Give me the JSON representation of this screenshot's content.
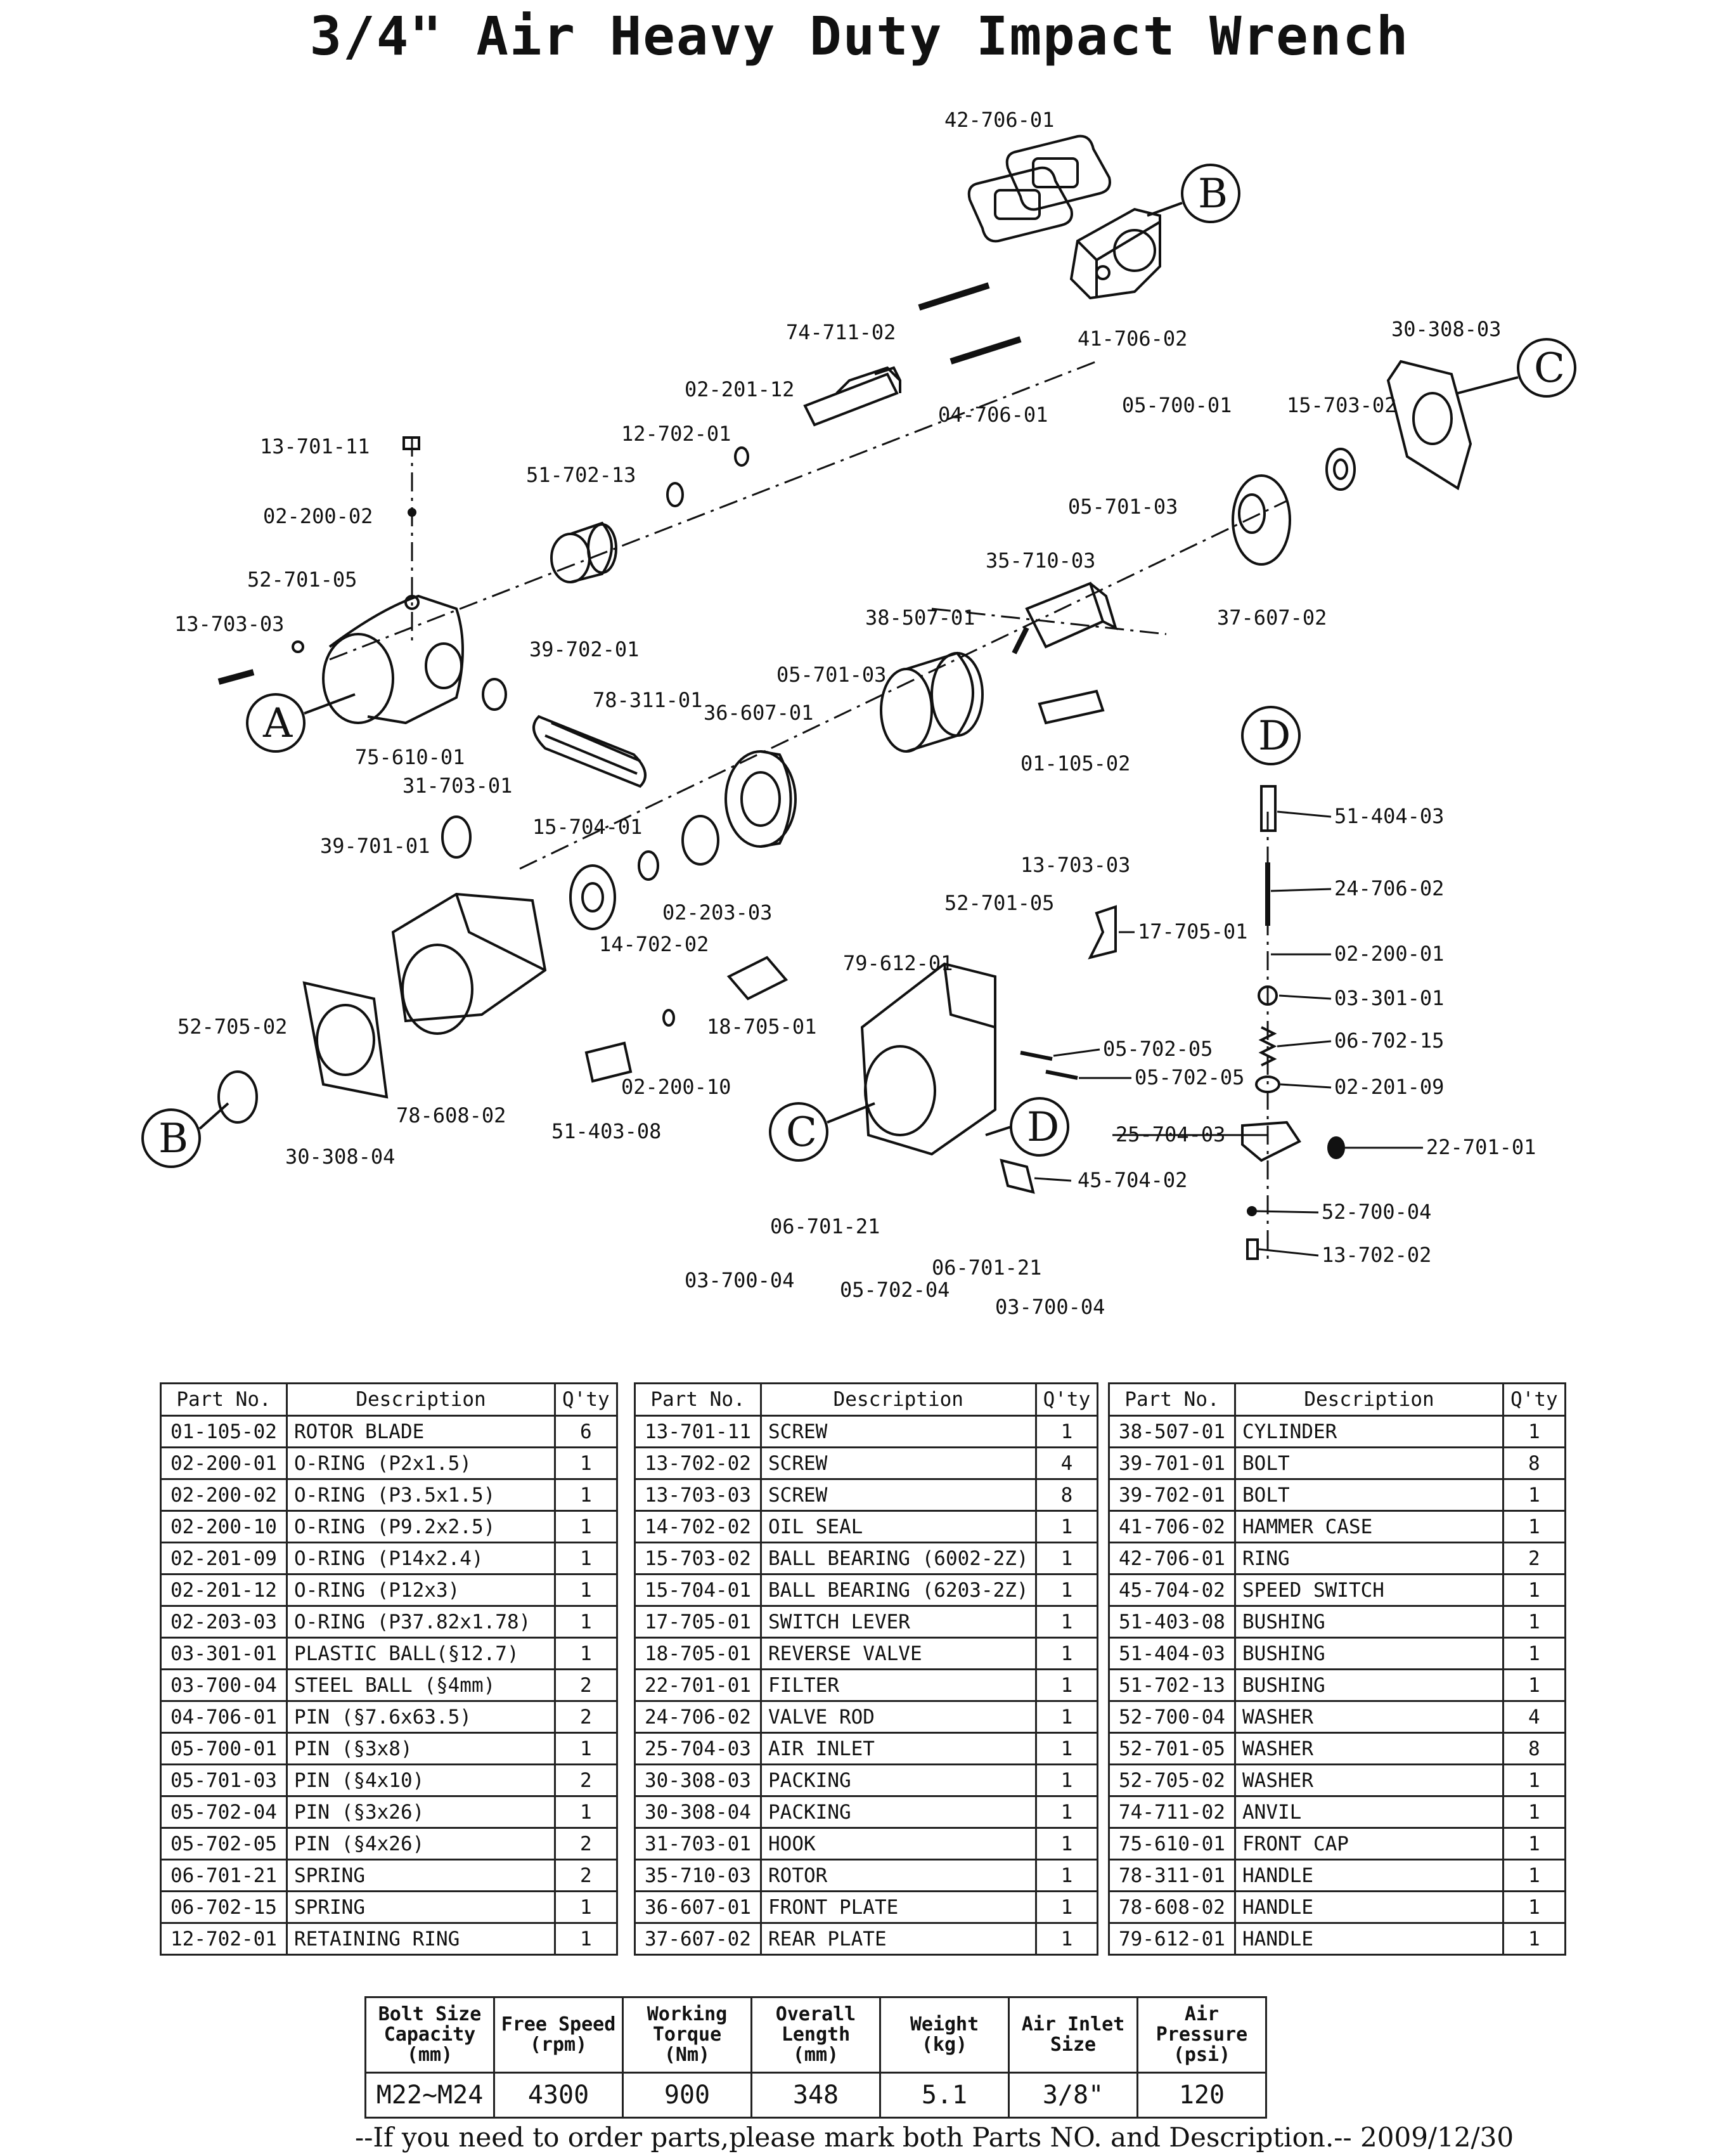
{
  "title": "3/4\" Air Heavy Duty Impact Wrench",
  "diagram": {
    "callouts": [
      "A",
      "B",
      "C",
      "D"
    ],
    "labels": [
      "42-706-01",
      "41-706-02",
      "74-711-02",
      "02-201-12",
      "04-706-01",
      "12-702-01",
      "51-702-13",
      "13-701-11",
      "02-200-02",
      "52-701-05",
      "13-703-03",
      "75-610-01",
      "39-702-01",
      "78-311-01",
      "36-607-01",
      "05-701-03",
      "38-507-01",
      "35-710-03",
      "05-700-01",
      "05-701-03",
      "15-703-02",
      "30-308-03",
      "37-607-02",
      "01-105-02",
      "31-703-01",
      "39-701-01",
      "15-704-01",
      "02-203-03",
      "14-702-02",
      "52-705-02",
      "30-308-04",
      "78-608-02",
      "02-200-10",
      "51-403-08",
      "18-705-01",
      "13-703-03",
      "52-701-05",
      "17-705-01",
      "79-612-01",
      "05-702-05",
      "05-702-05",
      "45-704-02",
      "06-701-21",
      "03-700-04",
      "05-702-04",
      "06-701-21",
      "03-700-04",
      "51-404-03",
      "24-706-02",
      "02-200-01",
      "03-301-01",
      "06-702-15",
      "02-201-09",
      "25-704-03",
      "22-701-01",
      "52-700-04",
      "13-702-02"
    ]
  },
  "parts_table": {
    "headers": {
      "part_no": "Part  No.",
      "description": "Description",
      "qty": "Q'ty"
    },
    "columns": [
      [
        {
          "no": "01-105-02",
          "desc": "ROTOR  BLADE",
          "qty": "6"
        },
        {
          "no": "02-200-01",
          "desc": "O-RING (P2x1.5)",
          "qty": "1"
        },
        {
          "no": "02-200-02",
          "desc": "O-RING (P3.5x1.5)",
          "qty": "1"
        },
        {
          "no": "02-200-10",
          "desc": "O-RING (P9.2x2.5)",
          "qty": "1"
        },
        {
          "no": "02-201-09",
          "desc": "O-RING (P14x2.4)",
          "qty": "1"
        },
        {
          "no": "02-201-12",
          "desc": "O-RING (P12x3)",
          "qty": "1"
        },
        {
          "no": "02-203-03",
          "desc": "O-RING (P37.82x1.78)",
          "qty": "1"
        },
        {
          "no": "03-301-01",
          "desc": "PLASTIC  BALL(§12.7)",
          "qty": "1"
        },
        {
          "no": "03-700-04",
          "desc": "STEEL  BALL (§4mm)",
          "qty": "2"
        },
        {
          "no": "04-706-01",
          "desc": "PIN (§7.6x63.5)",
          "qty": "2"
        },
        {
          "no": "05-700-01",
          "desc": "PIN (§3x8)",
          "qty": "1"
        },
        {
          "no": "05-701-03",
          "desc": "PIN (§4x10)",
          "qty": "2"
        },
        {
          "no": "05-702-04",
          "desc": "PIN (§3x26)",
          "qty": "1"
        },
        {
          "no": "05-702-05",
          "desc": "PIN (§4x26)",
          "qty": "2"
        },
        {
          "no": "06-701-21",
          "desc": "SPRING",
          "qty": "2"
        },
        {
          "no": "06-702-15",
          "desc": "SPRING",
          "qty": "1"
        },
        {
          "no": "12-702-01",
          "desc": "RETAINING RING",
          "qty": "1"
        }
      ],
      [
        {
          "no": "13-701-11",
          "desc": "SCREW",
          "qty": "1"
        },
        {
          "no": "13-702-02",
          "desc": "SCREW",
          "qty": "4"
        },
        {
          "no": "13-703-03",
          "desc": "SCREW",
          "qty": "8"
        },
        {
          "no": "14-702-02",
          "desc": "OIL SEAL",
          "qty": "1"
        },
        {
          "no": "15-703-02",
          "desc": "BALL  BEARING (6002-2Z)",
          "qty": "1"
        },
        {
          "no": "15-704-01",
          "desc": "BALL  BEARING (6203-2Z)",
          "qty": "1"
        },
        {
          "no": "17-705-01",
          "desc": "SWITCH  LEVER",
          "qty": "1"
        },
        {
          "no": "18-705-01",
          "desc": "REVERSE  VALVE",
          "qty": "1"
        },
        {
          "no": "22-701-01",
          "desc": "FILTER",
          "qty": "1"
        },
        {
          "no": "24-706-02",
          "desc": "VALVE  ROD",
          "qty": "1"
        },
        {
          "no": "25-704-03",
          "desc": "AIR  INLET",
          "qty": "1"
        },
        {
          "no": "30-308-03",
          "desc": "PACKING",
          "qty": "1"
        },
        {
          "no": "30-308-04",
          "desc": "PACKING",
          "qty": "1"
        },
        {
          "no": "31-703-01",
          "desc": "HOOK",
          "qty": "1"
        },
        {
          "no": "35-710-03",
          "desc": "ROTOR",
          "qty": "1"
        },
        {
          "no": "36-607-01",
          "desc": "FRONT  PLATE",
          "qty": "1"
        },
        {
          "no": "37-607-02",
          "desc": "REAR  PLATE",
          "qty": "1"
        }
      ],
      [
        {
          "no": "38-507-01",
          "desc": "CYLINDER",
          "qty": "1"
        },
        {
          "no": "39-701-01",
          "desc": "BOLT",
          "qty": "8"
        },
        {
          "no": "39-702-01",
          "desc": "BOLT",
          "qty": "1"
        },
        {
          "no": "41-706-02",
          "desc": "HAMMER  CASE",
          "qty": "1"
        },
        {
          "no": "42-706-01",
          "desc": "RING",
          "qty": "2"
        },
        {
          "no": "45-704-02",
          "desc": "SPEED  SWITCH",
          "qty": "1"
        },
        {
          "no": "51-403-08",
          "desc": "BUSHING",
          "qty": "1"
        },
        {
          "no": "51-404-03",
          "desc": "BUSHING",
          "qty": "1"
        },
        {
          "no": "51-702-13",
          "desc": "BUSHING",
          "qty": "1"
        },
        {
          "no": "52-700-04",
          "desc": "WASHER",
          "qty": "4"
        },
        {
          "no": "52-701-05",
          "desc": "WASHER",
          "qty": "8"
        },
        {
          "no": "52-705-02",
          "desc": "WASHER",
          "qty": "1"
        },
        {
          "no": "74-711-02",
          "desc": "ANVIL",
          "qty": "1"
        },
        {
          "no": "75-610-01",
          "desc": "FRONT  CAP",
          "qty": "1"
        },
        {
          "no": "78-311-01",
          "desc": "HANDLE",
          "qty": "1"
        },
        {
          "no": "78-608-02",
          "desc": "HANDLE",
          "qty": "1"
        },
        {
          "no": "79-612-01",
          "desc": "HANDLE",
          "qty": "1"
        }
      ]
    ]
  },
  "spec_table": {
    "headers": [
      "Bolt Size\nCapacity\n(mm)",
      "Free Speed\n(rpm)",
      "Working\nTorque\n(Nm)",
      "Overall\nLength\n(mm)",
      "Weight\n(kg)",
      "Air Inlet\nSize",
      "Air Pressure\n(psi)"
    ],
    "values": [
      "M22~M24",
      "4300",
      "900",
      "348",
      "5.1",
      "3/8\"",
      "120"
    ]
  },
  "footer": {
    "note": "--If you need to order parts,please mark both Parts NO. and Description.--",
    "date": "2009/12/30"
  }
}
